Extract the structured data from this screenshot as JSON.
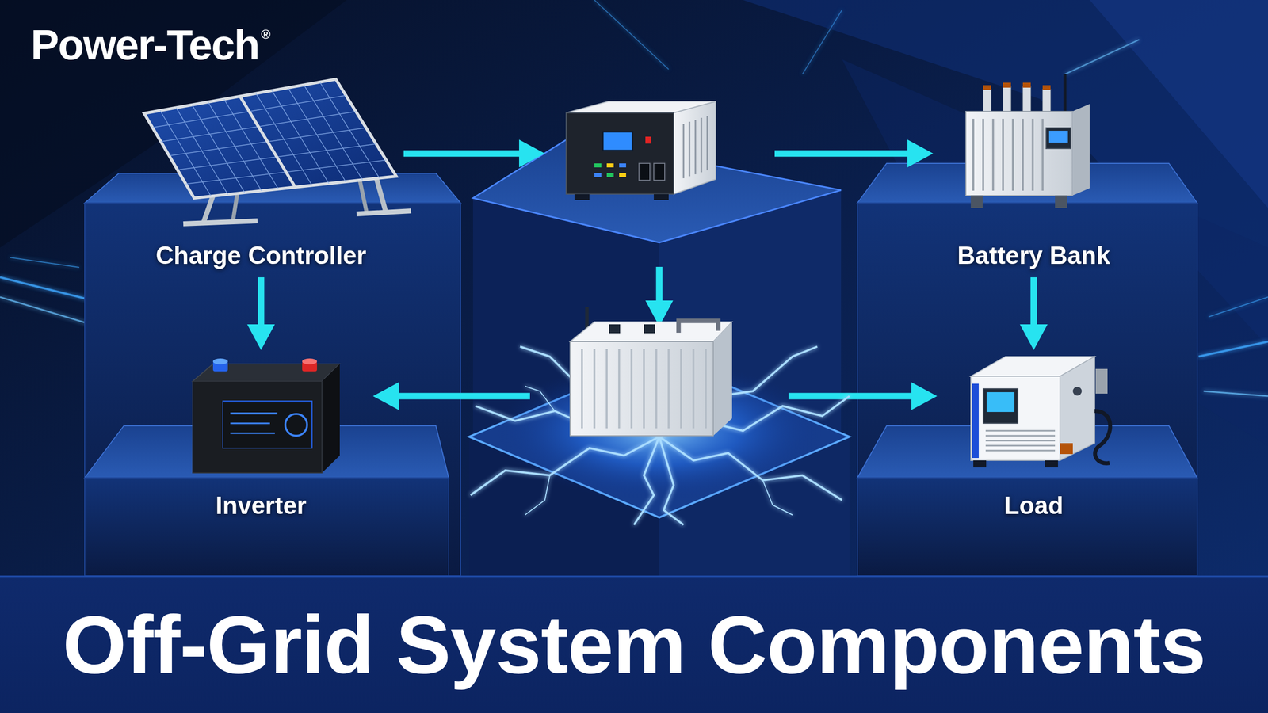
{
  "diagram": {
    "title": "Off-Grid System Components",
    "nodes": [
      {
        "text": [
          "Charge Controller"
        ]
      },
      {
        "text": [
          "Battery Bank"
        ]
      },
      {
        "text": [
          "Inverter"
        ]
      },
      {
        "text": [
          "Load"
        ]
      }
    ],
    "edges": [
      {
        "from": 0,
        "to": 2,
        "arrow": "to"
      },
      {
        "from": 1,
        "to": 3,
        "arrow": "to"
      }
    ],
    "labels": [
      "Power-Tech",
      "®"
    ]
  }
}
